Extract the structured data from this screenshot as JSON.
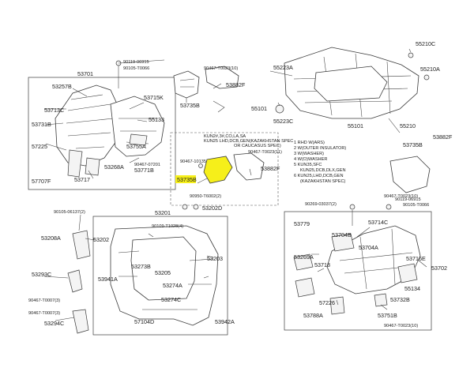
{
  "labels": {
    "p53701": "53701",
    "p90119_06915": "90119-06915",
    "p90105_t0066": "90105-T0066",
    "p53257b": "53257B",
    "p53715k": "53715K",
    "p53713c": "53713C",
    "p53731b": "53731B",
    "p55133": "55133",
    "p53755a": "53755A",
    "p57225": "57225",
    "p90467_07201": "90467-07201",
    "p53771b": "53771B",
    "p53268a": "53268A",
    "p57707f": "57707F",
    "p53717": "53717",
    "p90467_t0023_10": "90467-T0023(10)",
    "p53882f_top": "53882F",
    "p53735b_top": "53735B",
    "note_kun": "KUN2#,3#,CO,LA,SA",
    "note_kun25": "KUN25 LHD,DCB,GEN(KAZAKHSTAN SPEC",
    "note_caucasus": "OR CAUCASUS SPEC)",
    "p90467_t0023_11": "90467-T0023(11)",
    "p90467_10135": "90467-10135",
    "p53735b_hl": "53735B",
    "p53882f_mid": "53882F",
    "p55223a": "55223A",
    "p55210c": "55210C",
    "p55210a": "55210A",
    "p55101": "55101",
    "p55223c": "55223C",
    "p55210": "55210",
    "p55101b": "55101",
    "legend_1": "1 RHD W(ARS)",
    "legend_2": "2 W(OUTER INSULATOR)",
    "legend_3": "3 W(WASHER)",
    "legend_4": "4 W(O)WASHER",
    "legend_5": "5 KUN35,SFC",
    "legend_5b": "KUN25,DCB,DLX,GEN",
    "legend_6": "6 KUN25,LHD,DCB,GEN",
    "legend_6b": "(KAZAKHSTAN SPEC)",
    "p53735b_r": "53735B",
    "p53882f_r": "53882F",
    "p90467_t0023_10r": "90467-T0023(10)",
    "p90950_t6002": "90950-T6002(2)",
    "p53202d": "53202D",
    "p53201": "53201",
    "p90105_06137": "90105-06137(2)",
    "p90109_t1028": "90109-T1028(4)",
    "p53208a": "53208A",
    "p53202": "53202",
    "p53273b": "53273B",
    "p53203": "53203",
    "p53293c": "53293C",
    "p53205": "53205",
    "p53941a": "53941A",
    "p53274a": "53274A",
    "p90467_t0007_3a": "90467-T0007(3)",
    "p53274c": "53274C",
    "p90467_t0007_3b": "90467-T0007(3)",
    "p57104d": "57104D",
    "p53942a": "53942A",
    "p53294c": "53294C",
    "p90269_03037": "90269-03037(2)",
    "p53714c": "53714C",
    "p90119_06915b": "90119-06915",
    "p90105_t0066b": "90105-T0066",
    "p53779": "53779",
    "p53704b": "53704B",
    "p53704a": "53704A",
    "p53269a": "53269A",
    "p53718": "53718",
    "p53716e": "53716E",
    "p53702": "53702",
    "p57226": "57226",
    "p55134": "55134",
    "p53732b": "53732B",
    "p53788a": "53788A",
    "p53751b": "53751B",
    "p90467_t0023_10b": "90467-T0023(10)"
  },
  "colors": {
    "highlight": "#f6ef1a",
    "line": "#3a3a3a"
  }
}
